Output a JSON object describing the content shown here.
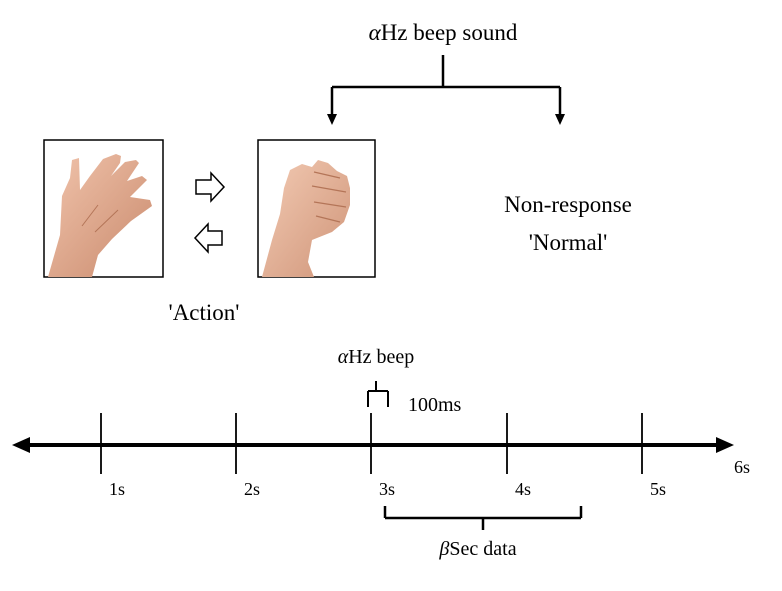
{
  "top_label": {
    "symbol": "α",
    "text": "Hz beep sound"
  },
  "action_label": "'Action'",
  "non_response_label": "Non-response",
  "normal_label": "'Normal'",
  "beep_label": {
    "symbol": "α",
    "text": "Hz beep"
  },
  "duration_label": "100ms",
  "timeline": {
    "ticks": [
      "1s",
      "2s",
      "3s",
      "4s",
      "5s"
    ],
    "end_label": "6s"
  },
  "data_label": {
    "symbol": "β",
    "text": "Sec data"
  },
  "icons": {
    "open_hand": "open-hand-icon",
    "fist": "fist-icon",
    "arrow_right": "arrow-right-icon",
    "arrow_left": "arrow-left-icon"
  }
}
